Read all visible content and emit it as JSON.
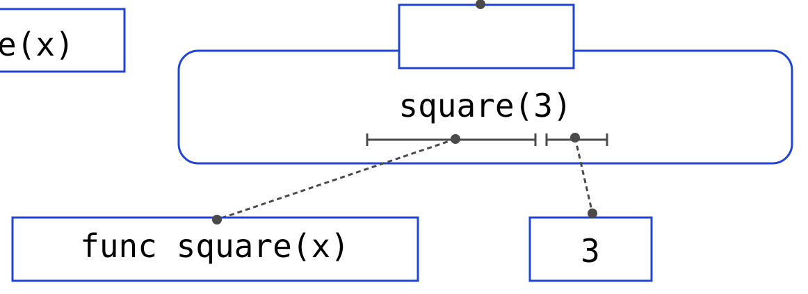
{
  "nodes": {
    "partial_label": "e(x)",
    "call_expression": "square(3)",
    "operator_value": "func square(x)",
    "operand_value": "3"
  },
  "colors": {
    "box_stroke": "#1f44d6",
    "connector": "#4a4a4a",
    "background": "#ffffff"
  }
}
